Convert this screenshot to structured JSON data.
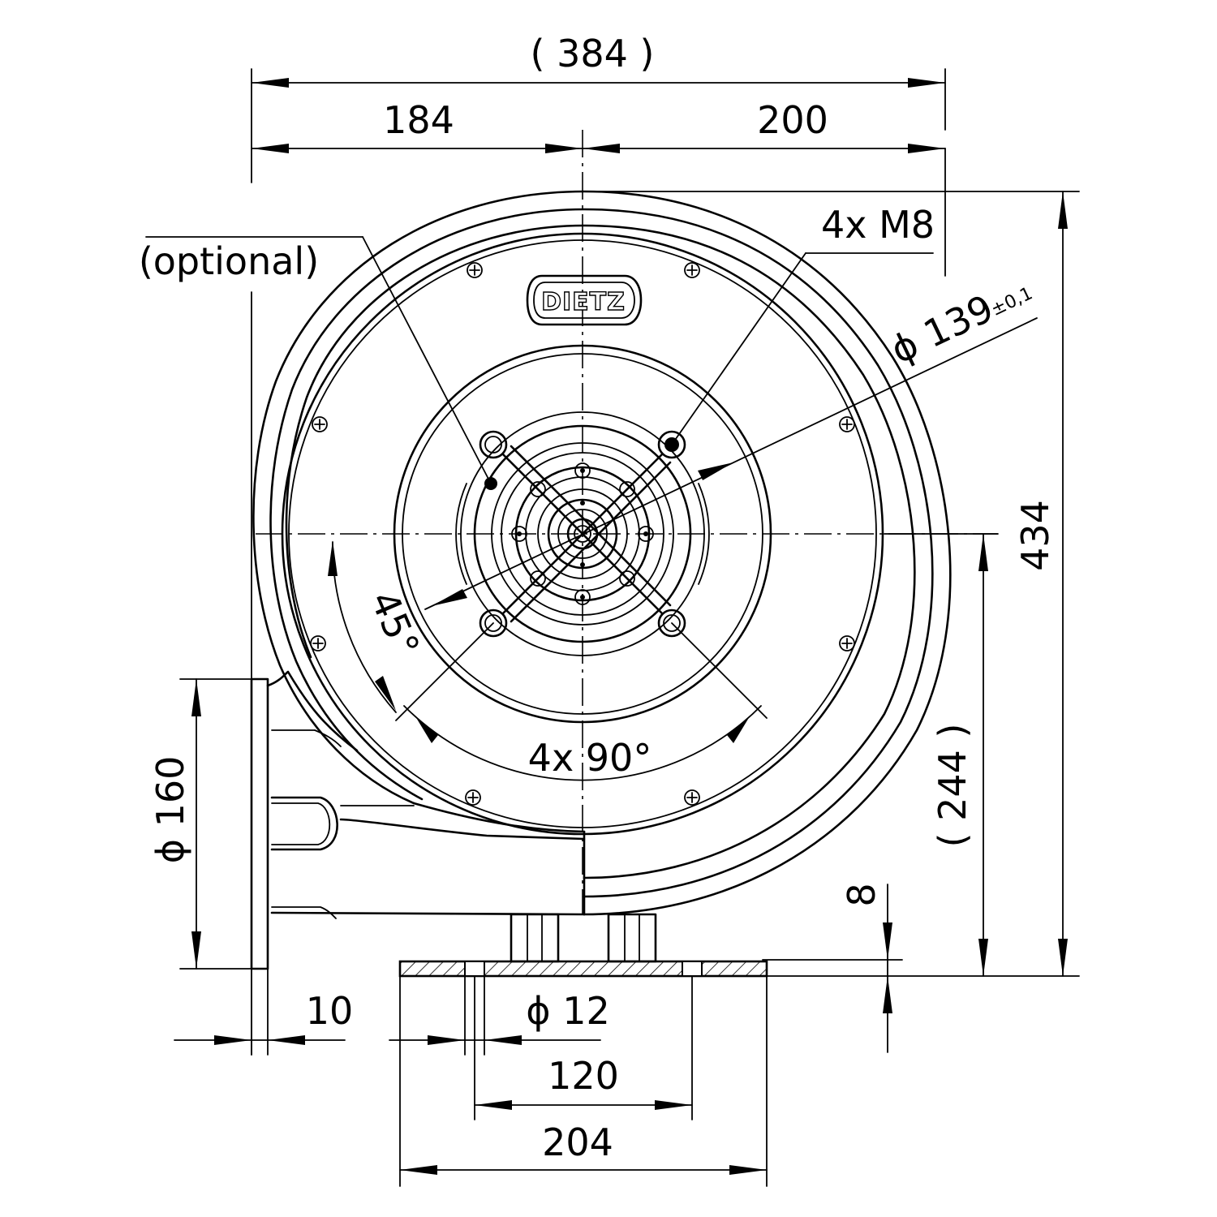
{
  "dimensions": {
    "overall_width": "( 384 )",
    "left_width": "184",
    "right_width": "200",
    "height": "434",
    "center_height": "( 244 )",
    "outlet_diameter": "ϕ 160",
    "flange_thickness": "10",
    "hole_diameter": "ϕ 12",
    "base_hole_spacing": "120",
    "base_width": "204",
    "base_thickness": "8",
    "bolt_circle": "ϕ 139",
    "bolt_circle_tolerance": "±0,1",
    "angle_45": "45°",
    "angle_4x90": "4x 90°"
  },
  "labels": {
    "optional": "(optional)",
    "thread": "4x  M8",
    "brand": "DIETZ"
  }
}
